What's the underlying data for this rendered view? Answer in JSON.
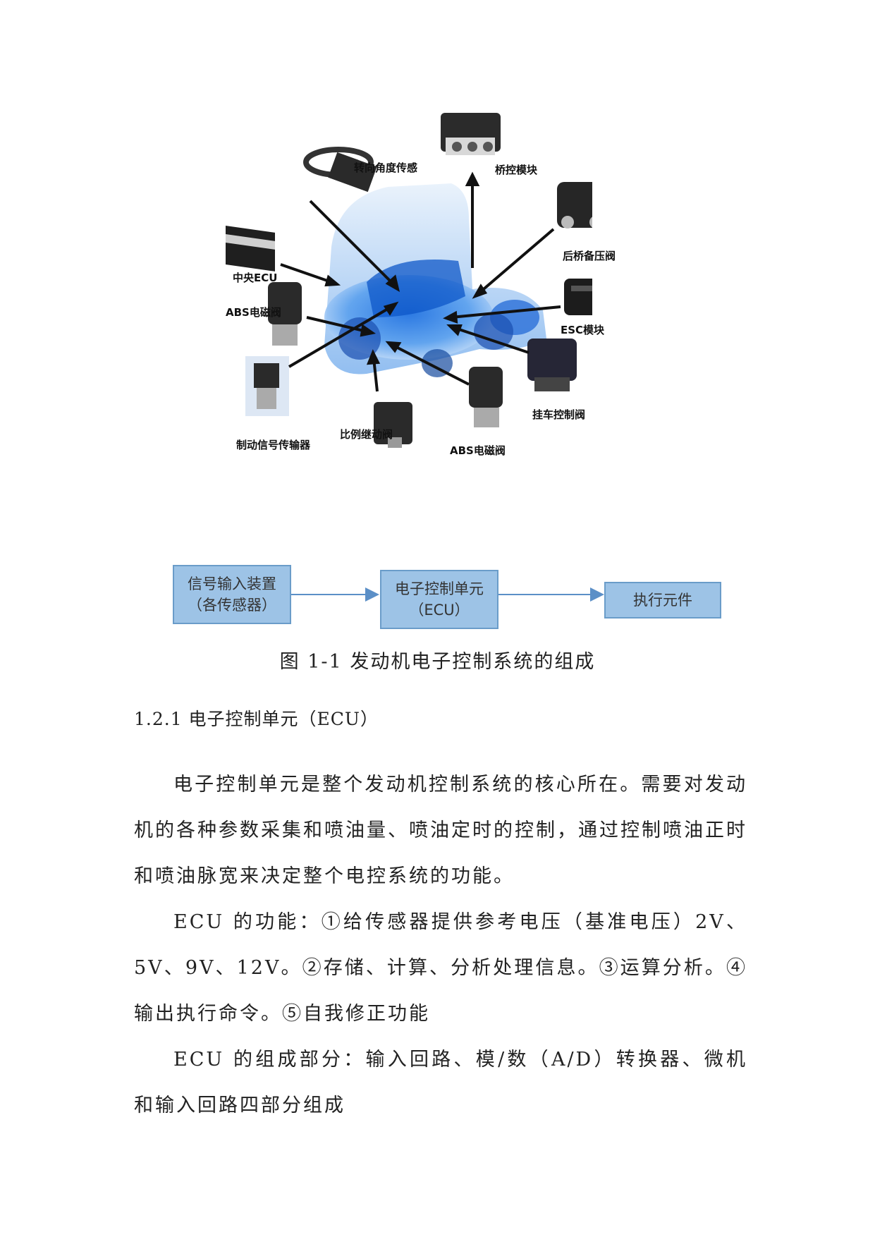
{
  "figure": {
    "labels": {
      "steering": "转向角度传感",
      "axle": "桥控模块",
      "rear_axle": "后桥备压阀",
      "central_ecu": "中央ECU",
      "abs_left": "ABS电磁阀",
      "esc": "ESC模块",
      "trailer": "挂车控制阀",
      "brake_sensor": "制动信号传输器",
      "proportional": "比例继动阀",
      "abs_bottom": "ABS电磁阀"
    }
  },
  "flow": {
    "box1": {
      "line1": "信号输入装置",
      "line2": "（各传感器）"
    },
    "box2": {
      "line1": "电子控制单元",
      "line2": "（ECU）"
    },
    "box3": {
      "line1": "执行元件"
    }
  },
  "caption": "图 1-1  发动机电子控制系统的组成",
  "section_heading": "1.2.1  电子控制单元（ECU）",
  "paragraphs": [
    "电子控制单元是整个发动机控制系统的核心所在。需要对发动机的各种参数采集和喷油量、喷油定时的控制，通过控制喷油正时和喷油脉宽来决定整个电控系统的功能。",
    "ECU 的功能：①给传感器提供参考电压（基准电压）2V、5V、9V、12V。②存储、计算、分析处理信息。③运算分析。④输出执行命令。⑤自我修正功能",
    "ECU 的组成部分：输入回路、模/数（A/D）转换器、微机和输入回路四部分组成"
  ]
}
